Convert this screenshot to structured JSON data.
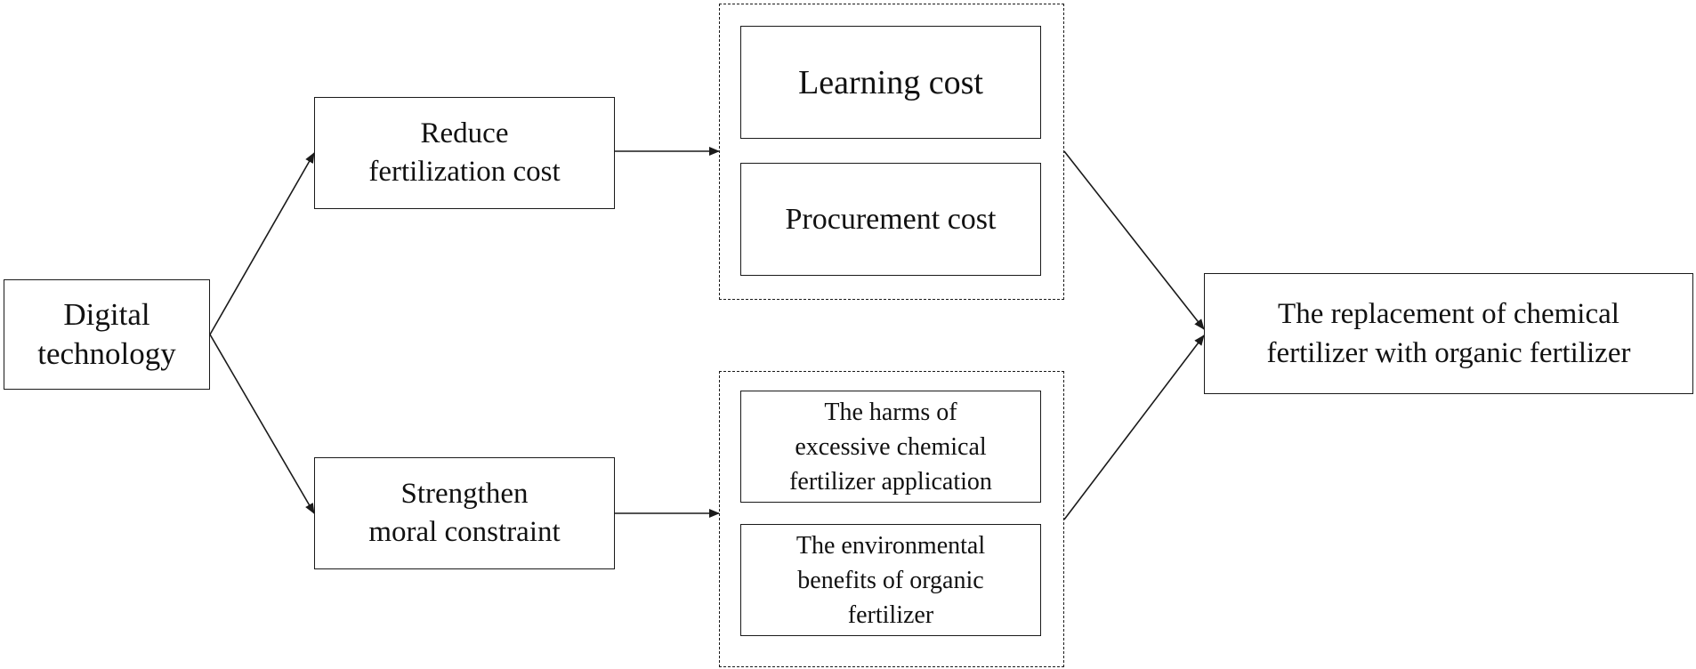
{
  "nodes": {
    "digital_technology": "Digital\ntechnology",
    "reduce_cost": "Reduce\nfertilization cost",
    "strengthen_moral": "Strengthen\nmoral constraint",
    "learning_cost": "Learning cost",
    "procurement_cost": "Procurement cost",
    "harms": "The harms of\nexcessive chemical\nfertilizer  application",
    "benefits": "The environmental\nbenefits of organic\nfertilizer",
    "replacement": "The replacement  of chemical\nfertilizer with organic fertilizer"
  },
  "edges": [
    {
      "from": "digital_technology",
      "to": "reduce_cost"
    },
    {
      "from": "digital_technology",
      "to": "strengthen_moral"
    },
    {
      "from": "reduce_cost",
      "to": "cost_group"
    },
    {
      "from": "strengthen_moral",
      "to": "moral_group"
    },
    {
      "from": "cost_group",
      "to": "replacement"
    },
    {
      "from": "moral_group",
      "to": "replacement"
    }
  ],
  "colors": {
    "line": "#1a1a1a",
    "background": "#ffffff"
  }
}
